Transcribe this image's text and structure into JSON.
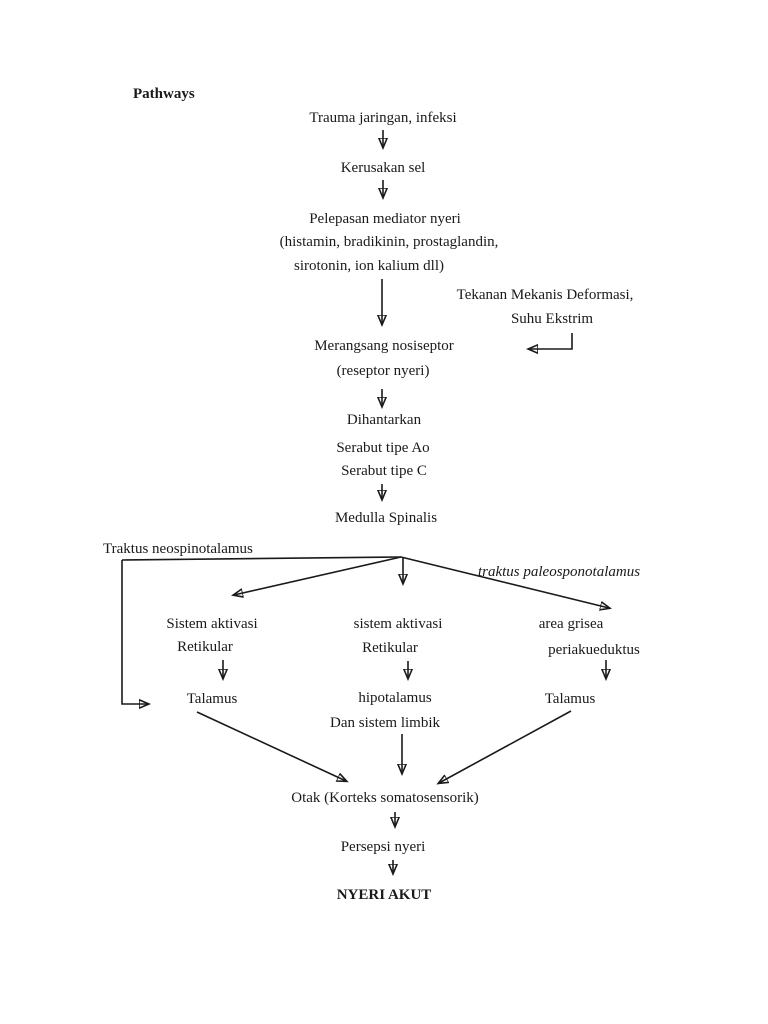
{
  "page": {
    "heading": "Pathways"
  },
  "flow": {
    "trauma": "Trauma jaringan, infeksi",
    "kerusakan": "Kerusakan sel",
    "pelepasan": {
      "l1": "Pelepasan mediator nyeri",
      "l2": "(histamin, bradikinin, prostaglandin,",
      "l3": "sirotonin, ion kalium dll)"
    },
    "tekanan": {
      "l1": "Tekanan Mekanis Deformasi,",
      "l2": "Suhu Ekstrim"
    },
    "merangsang": {
      "l1": "Merangsang nosiseptor",
      "l2": "(reseptor nyeri)"
    },
    "dihantarkan": {
      "l1": "Dihantarkan",
      "l2": "Serabut tipe Ao",
      "l3": "Serabut tipe C"
    },
    "medulla": "Medulla Spinalis",
    "traktus_neo": "Traktus neospinotalamus",
    "traktus_paleo": "traktus paleosponotalamus",
    "col1": {
      "l1": "Sistem aktivasi",
      "l2": "Retikular",
      "result": "Talamus"
    },
    "col2": {
      "l1": "sistem aktivasi",
      "l2": "Retikular",
      "result1": "hipotalamus",
      "result2": "Dan sistem limbik"
    },
    "col3": {
      "l1": "area grisea",
      "l2": "periakueduktus",
      "result": "Talamus"
    },
    "otak": "Otak (Korteks somatosensorik)",
    "persepsi": "Persepsi nyeri",
    "nyeri_akut": "NYERI AKUT"
  },
  "colors": {
    "ink": "#1a1a1a",
    "background": "#ffffff"
  }
}
